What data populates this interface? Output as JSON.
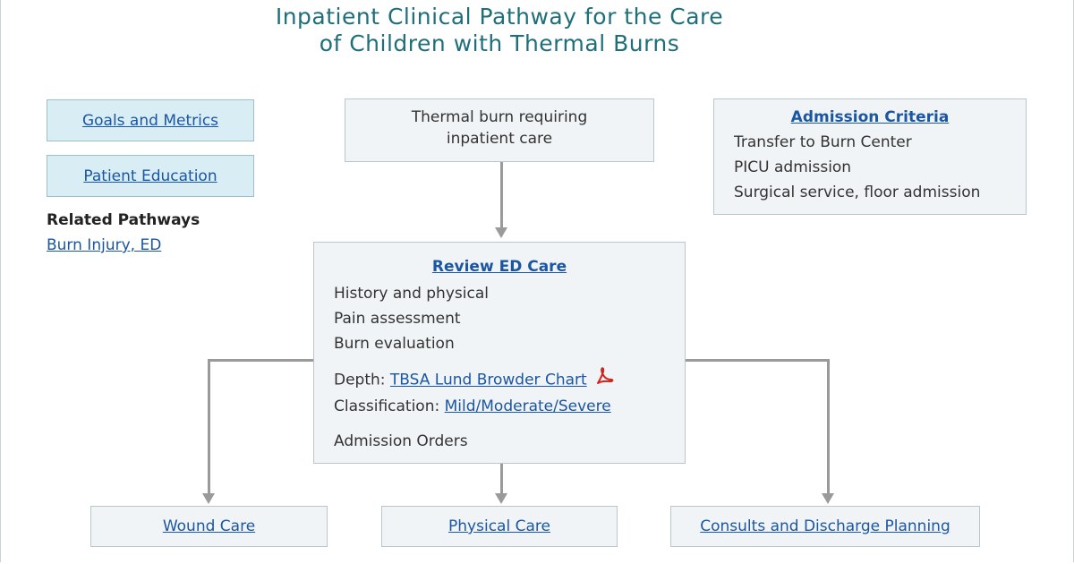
{
  "title": {
    "line1": "Inpatient Clinical Pathway for the Care",
    "line2": "of Children with Thermal Burns"
  },
  "sidebar": {
    "goals_link": "Goals and Metrics",
    "education_link": "Patient Education",
    "related_heading": "Related Pathways",
    "related_link": "Burn Injury, ED"
  },
  "start_box": {
    "line1": "Thermal burn requiring",
    "line2": "inpatient care"
  },
  "admission": {
    "heading": "Admission Criteria",
    "items": [
      "Transfer to Burn Center",
      "PICU admission",
      "Surgical service, floor admission"
    ]
  },
  "review": {
    "heading": "Review ED Care",
    "items": [
      "History and physical",
      "Pain assessment",
      "Burn evaluation"
    ],
    "depth_label": "Depth:",
    "depth_link": "TBSA Lund Browder Chart",
    "classification_label": "Classification:",
    "classification_link": "Mild/Moderate/Severe",
    "orders": "Admission Orders"
  },
  "bottom": {
    "wound": "Wound Care",
    "physical": "Physical Care",
    "consults": "Consults and Discharge Planning"
  },
  "icons": {
    "pdf": "pdf-icon"
  },
  "colors": {
    "title": "#1f6f7a",
    "link": "#1b56a3",
    "pdf": "#d3221b",
    "connector": "#9a9a9a"
  }
}
